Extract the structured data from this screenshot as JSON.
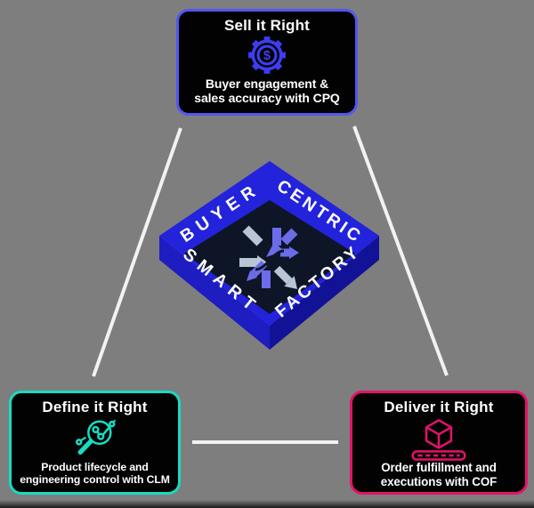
{
  "canvas": {
    "bg": "#7e7e7e"
  },
  "connectors": {
    "color": "#f2f2f2"
  },
  "boxes": {
    "sell": {
      "title": "Sell it Right",
      "subtitle_line1": "Buyer engagement &",
      "subtitle_line2": "sales accuracy with CPQ",
      "accent": "#5156ee",
      "icon": "gear-dollar-icon",
      "icon_color": "#3d3df2"
    },
    "define": {
      "title": "Define it Right",
      "subtitle_line1": "Product lifecycle and",
      "subtitle_line2": "engineering control with CLM",
      "accent": "#16dcc2",
      "icon": "magnifier-network-icon",
      "icon_color": "#16dcc2"
    },
    "deliver": {
      "title": "Deliver it Right",
      "subtitle_line1": "Order fulfillment and",
      "subtitle_line2": "executions with COF",
      "accent": "#e41369",
      "icon": "cube-conveyor-icon",
      "icon_color": "#e41369"
    }
  },
  "diamond": {
    "labels": {
      "top_left": "BUYER",
      "top_right": "CENTRIC",
      "bottom_left": "SMART",
      "bottom_right": "FACTORY"
    },
    "colors": {
      "top_face": "#2323db",
      "left_face": "#1d1dc2",
      "right_face": "#121297",
      "inner": "#0d1526",
      "label": "#ffffff",
      "logo_purple": "#6c6cea",
      "logo_silver": "#b9c5d4"
    }
  }
}
